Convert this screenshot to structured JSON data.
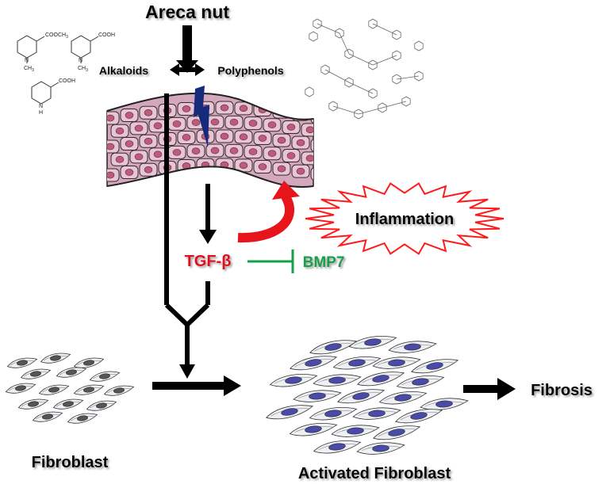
{
  "title": "Areca nut",
  "branches": {
    "left": "Alkaloids",
    "right": "Polyphenols"
  },
  "chemical_labels": {
    "arecoline": "COOCH",
    "arecoline_sub": "3",
    "arecaidine": "COOH",
    "guvacine": "COOH",
    "methyl": "CH",
    "methyl_sub": "3",
    "amine": "H",
    "nitrogen": "N"
  },
  "inflammation": "Inflammation",
  "tgf": "TGF-β",
  "bmp": "BMP7",
  "cells": {
    "resting": "Fibroblast",
    "activated": "Activated Fibroblast"
  },
  "outcome": "Fibrosis",
  "colors": {
    "tgf": "#e0101b",
    "bmp": "#12a04a",
    "inflammation_arrow": "#e8141c",
    "burst_outline": "#ff1a1a",
    "lightning": "#152a7a",
    "tissue_fill": "#d3a8bc",
    "nucleus": "#c05a7c",
    "activated_nucleus": "#4a4aa8"
  }
}
